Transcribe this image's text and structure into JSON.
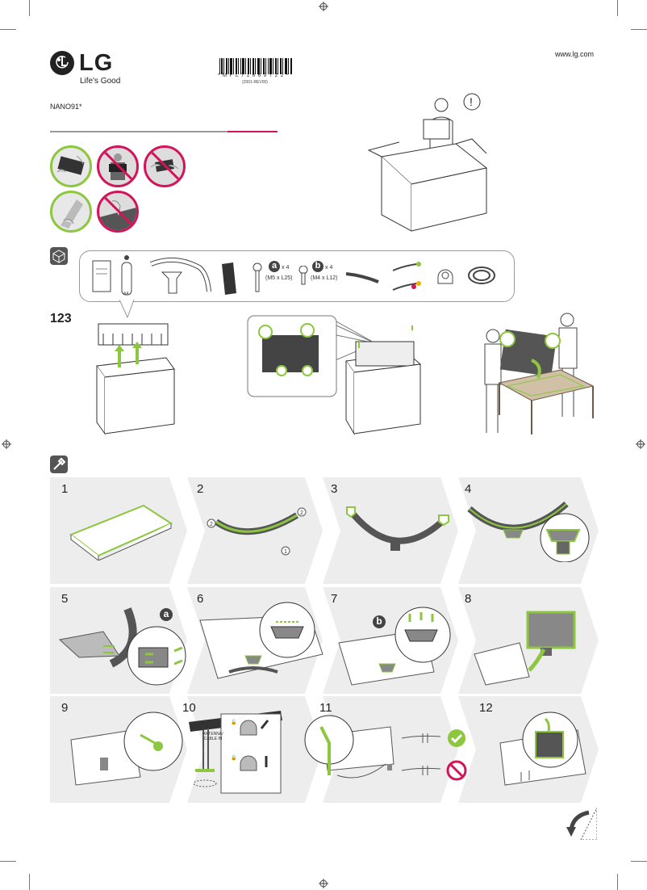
{
  "header": {
    "brand": "LG",
    "tagline": "Life's Good",
    "model": "NANO91*",
    "url": "www.lg.com",
    "barcode_text": "* M F L 7 1 6 6 9 7 2 2 *",
    "barcode_rev": "(2001-REV00)"
  },
  "parts": {
    "screw_a_label": "a",
    "screw_a_qty": "x 4",
    "screw_a_size": "(M5 x L25)",
    "screw_b_label": "b",
    "screw_b_qty": "x 4",
    "screw_b_size": "(M4 x L12)"
  },
  "unpack_label": "123",
  "steps": [
    "1",
    "2",
    "3",
    "4",
    "5",
    "6",
    "7",
    "8",
    "9",
    "10",
    "11",
    "12"
  ],
  "callouts": {
    "step2_a": "2",
    "step2_b": "2",
    "step2_c": "1",
    "step5_badge": "a",
    "step7_badge": "b"
  },
  "cable_label": "ANTENNA/ CABLE IN",
  "colors": {
    "accent_green": "#8dc63f",
    "warning_pink": "#d4145a",
    "panel_gray": "#ededed",
    "dark": "#222222"
  }
}
